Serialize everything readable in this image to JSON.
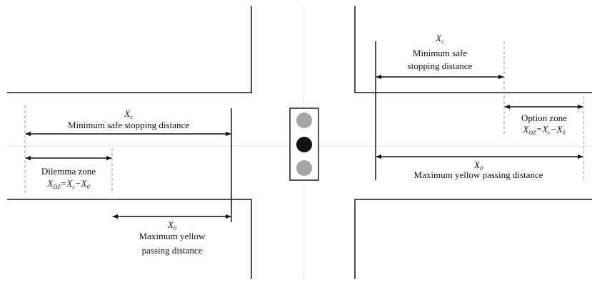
{
  "colors": {
    "line": "#1a1a1a",
    "dashed": "#9a9a9a",
    "light_off": "#a6a6a6",
    "light_on": "#111111",
    "background": "#ffffff"
  },
  "traffic_light": {
    "lamps": [
      "off",
      "on",
      "off"
    ]
  },
  "left": {
    "xc": {
      "base": "X",
      "sub": "c"
    },
    "xc_label": "Minimum safe stopping distance",
    "dilemma_label": "Dilemma zone",
    "dz_formula": {
      "base": "X",
      "sub": "DZ",
      "rhs": "=X",
      "rhs_sub1": "c",
      "minus": "−X",
      "rhs_sub2": "0"
    },
    "x0": {
      "base": "X",
      "sub": "0"
    },
    "x0_label_line1": "Maximum yellow",
    "x0_label_line2": "passing distance"
  },
  "right": {
    "xc": {
      "base": "X",
      "sub": "c"
    },
    "xc_label_line1": "Minimum safe",
    "xc_label_line2": "stopping distance",
    "option_label": "Option zone",
    "oz_formula": {
      "base": "X",
      "sub": "OZ",
      "rhs": "=X",
      "rhs_sub1": "c",
      "minus": "−X",
      "rhs_sub2": "0"
    },
    "x0": {
      "base": "X",
      "sub": "0"
    },
    "x0_label": "Maximum yellow passing distance"
  }
}
